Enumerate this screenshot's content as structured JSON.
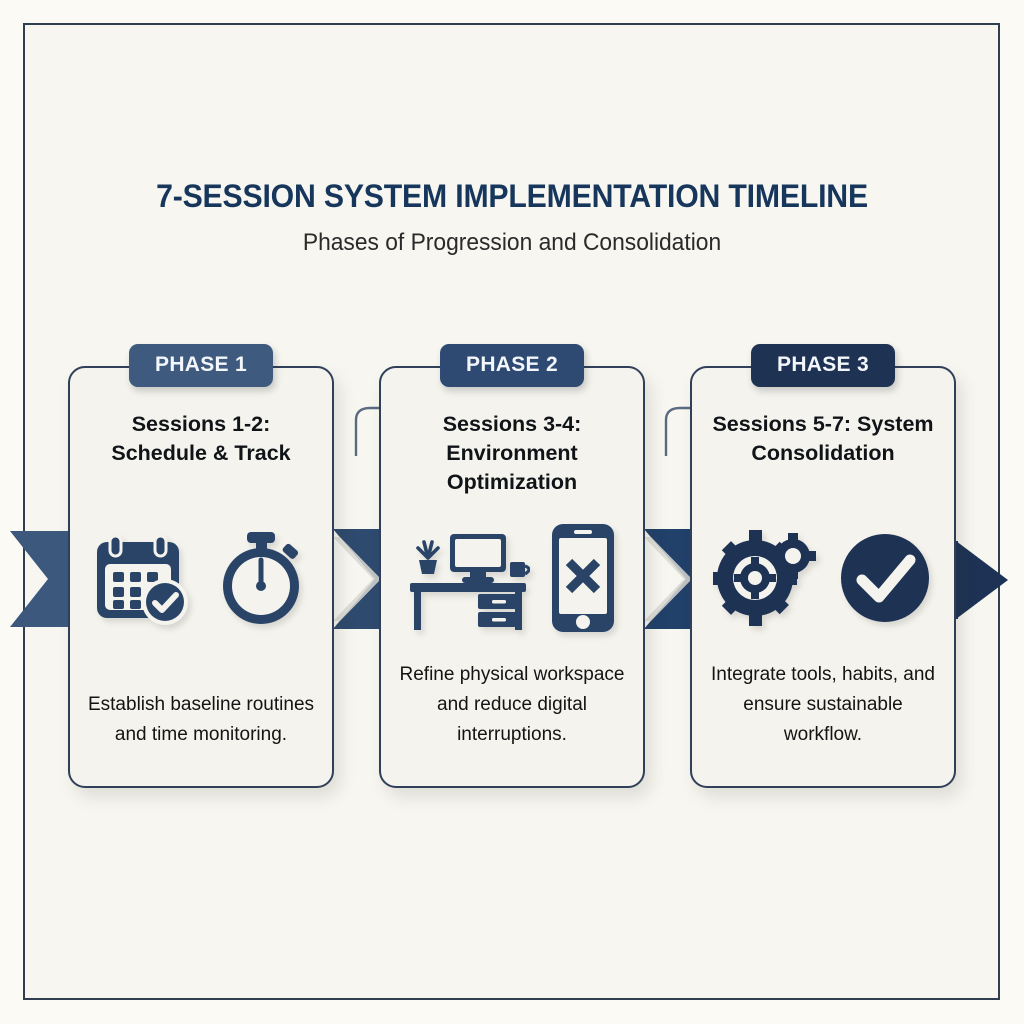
{
  "header": {
    "title": "7-SESSION SYSTEM IMPLEMENTATION TIMELINE",
    "subtitle": "Phases of Progression and Consolidation"
  },
  "colors": {
    "page_background": "#fbfaf5",
    "panel_background": "#f7f6f0",
    "frame_border": "#2f3f4f",
    "card_background": "#f4f3ed",
    "card_border": "#30405a",
    "title_navy": "#16365c",
    "badge_blue_light": "#3e5a7e",
    "badge_blue_dark": "#1e3254",
    "chevron_blue": "#3c597d",
    "chevron_blue_dark": "#1d3254",
    "icon_navy": "#2a4468",
    "icon_navy_dark": "#1e3254",
    "connector_gray": "#5a6a80"
  },
  "band": {
    "name": "progression-arrow-band",
    "segments": [
      {
        "label": "chevron-start",
        "fill": "#3c597d"
      },
      {
        "label": "chevron-mid-1",
        "fill": "#2e4a6e"
      },
      {
        "label": "chevron-mid-2",
        "fill": "#21406a"
      },
      {
        "label": "arrowhead-end",
        "fill": "#1d3254"
      }
    ]
  },
  "connectors": [
    {
      "name": "connector-arrow-1-to-2",
      "from": "PHASE 1",
      "to": "PHASE 2"
    },
    {
      "name": "connector-arrow-2-to-3",
      "from": "PHASE 2",
      "to": "PHASE 3"
    }
  ],
  "phases": [
    {
      "badge": "PHASE 1",
      "badge_color": "#3e5a7e",
      "heading": "Sessions 1-2: Schedule & Track",
      "body": "Establish baseline routines and time monitoring.",
      "icons": [
        "calendar-check-icon",
        "stopwatch-icon"
      ]
    },
    {
      "badge": "PHASE 2",
      "badge_color": "#2e4a72",
      "heading": "Sessions 3-4: Environment Optimization",
      "body": "Refine physical workspace and reduce digital interruptions.",
      "icons": [
        "desk-workspace-icon",
        "phone-no-notifications-icon"
      ]
    },
    {
      "badge": "PHASE 3",
      "badge_color": "#1e3254",
      "heading": "Sessions 5-7: System Consolidation",
      "body": "Integrate tools, habits, and ensure sustainable workflow.",
      "icons": [
        "gears-icon",
        "check-circle-icon"
      ]
    }
  ]
}
